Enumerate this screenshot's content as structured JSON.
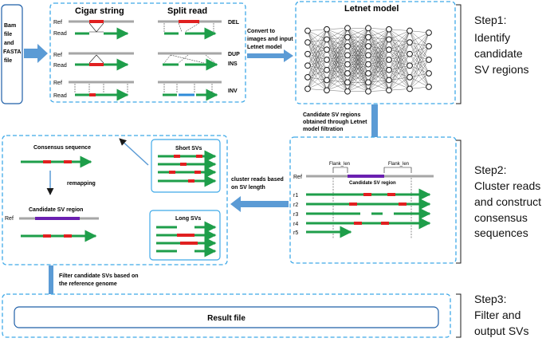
{
  "input": {
    "line1": "Bam",
    "line2": "file",
    "line3": "and",
    "line4": "FASTA",
    "line5": "file"
  },
  "panel1": {
    "cigar_title": "Cigar string",
    "split_title": "Split read",
    "ref": "Ref",
    "read": "Read",
    "del": "DEL",
    "dup": "DUP",
    "ins": "INS",
    "inv": "INV"
  },
  "convert": {
    "line1": "Convert to",
    "line2": "images and input",
    "line3": "Letnet model"
  },
  "letnet": {
    "title": "Letnet model"
  },
  "steps": {
    "step1": {
      "line1": "Step1:",
      "line2": "Identify",
      "line3": "candidate",
      "line4": "SV regions"
    },
    "step2": {
      "line1": "Step2:",
      "line2": "Cluster reads",
      "line3": "and construct",
      "line4": "consensus",
      "line5": "sequences"
    },
    "step3": {
      "line1": "Step3:",
      "line2": "Filter and",
      "line3": "output SVs"
    }
  },
  "candidate_note": {
    "line1": "Candidate SV regions",
    "line2": "obtained through Letnet",
    "line3": "model filtration"
  },
  "panel2": {
    "ref": "Ref",
    "flank_left": "Flank_len",
    "flank_right": "Flank_len",
    "region": "Candidate SV region",
    "reads": [
      "r1",
      "r2",
      "r3",
      "r4",
      "r5"
    ]
  },
  "cluster_note": {
    "line1": "cluster reads based",
    "line2": "on SV length"
  },
  "panel3": {
    "consensus": "Consensus sequence",
    "remapping": "remapping",
    "region": "Candidate SV region",
    "ref": "Ref",
    "short_svs": "Short SVs",
    "long_svs": "Long SVs"
  },
  "filter_note": {
    "line1": "Filter candidate SVs based on",
    "line2": "the reference genome"
  },
  "result": {
    "label": "Result file"
  },
  "colors": {
    "dash_border": "#3fa9e8",
    "arrow": "#5b9bd5",
    "green": "#1e9e4a",
    "red": "#e02020",
    "purple": "#6a1fb0",
    "grey": "#a6a6a6",
    "blue_seg": "#2e8bd8",
    "node_border": "#1a1a1a"
  }
}
